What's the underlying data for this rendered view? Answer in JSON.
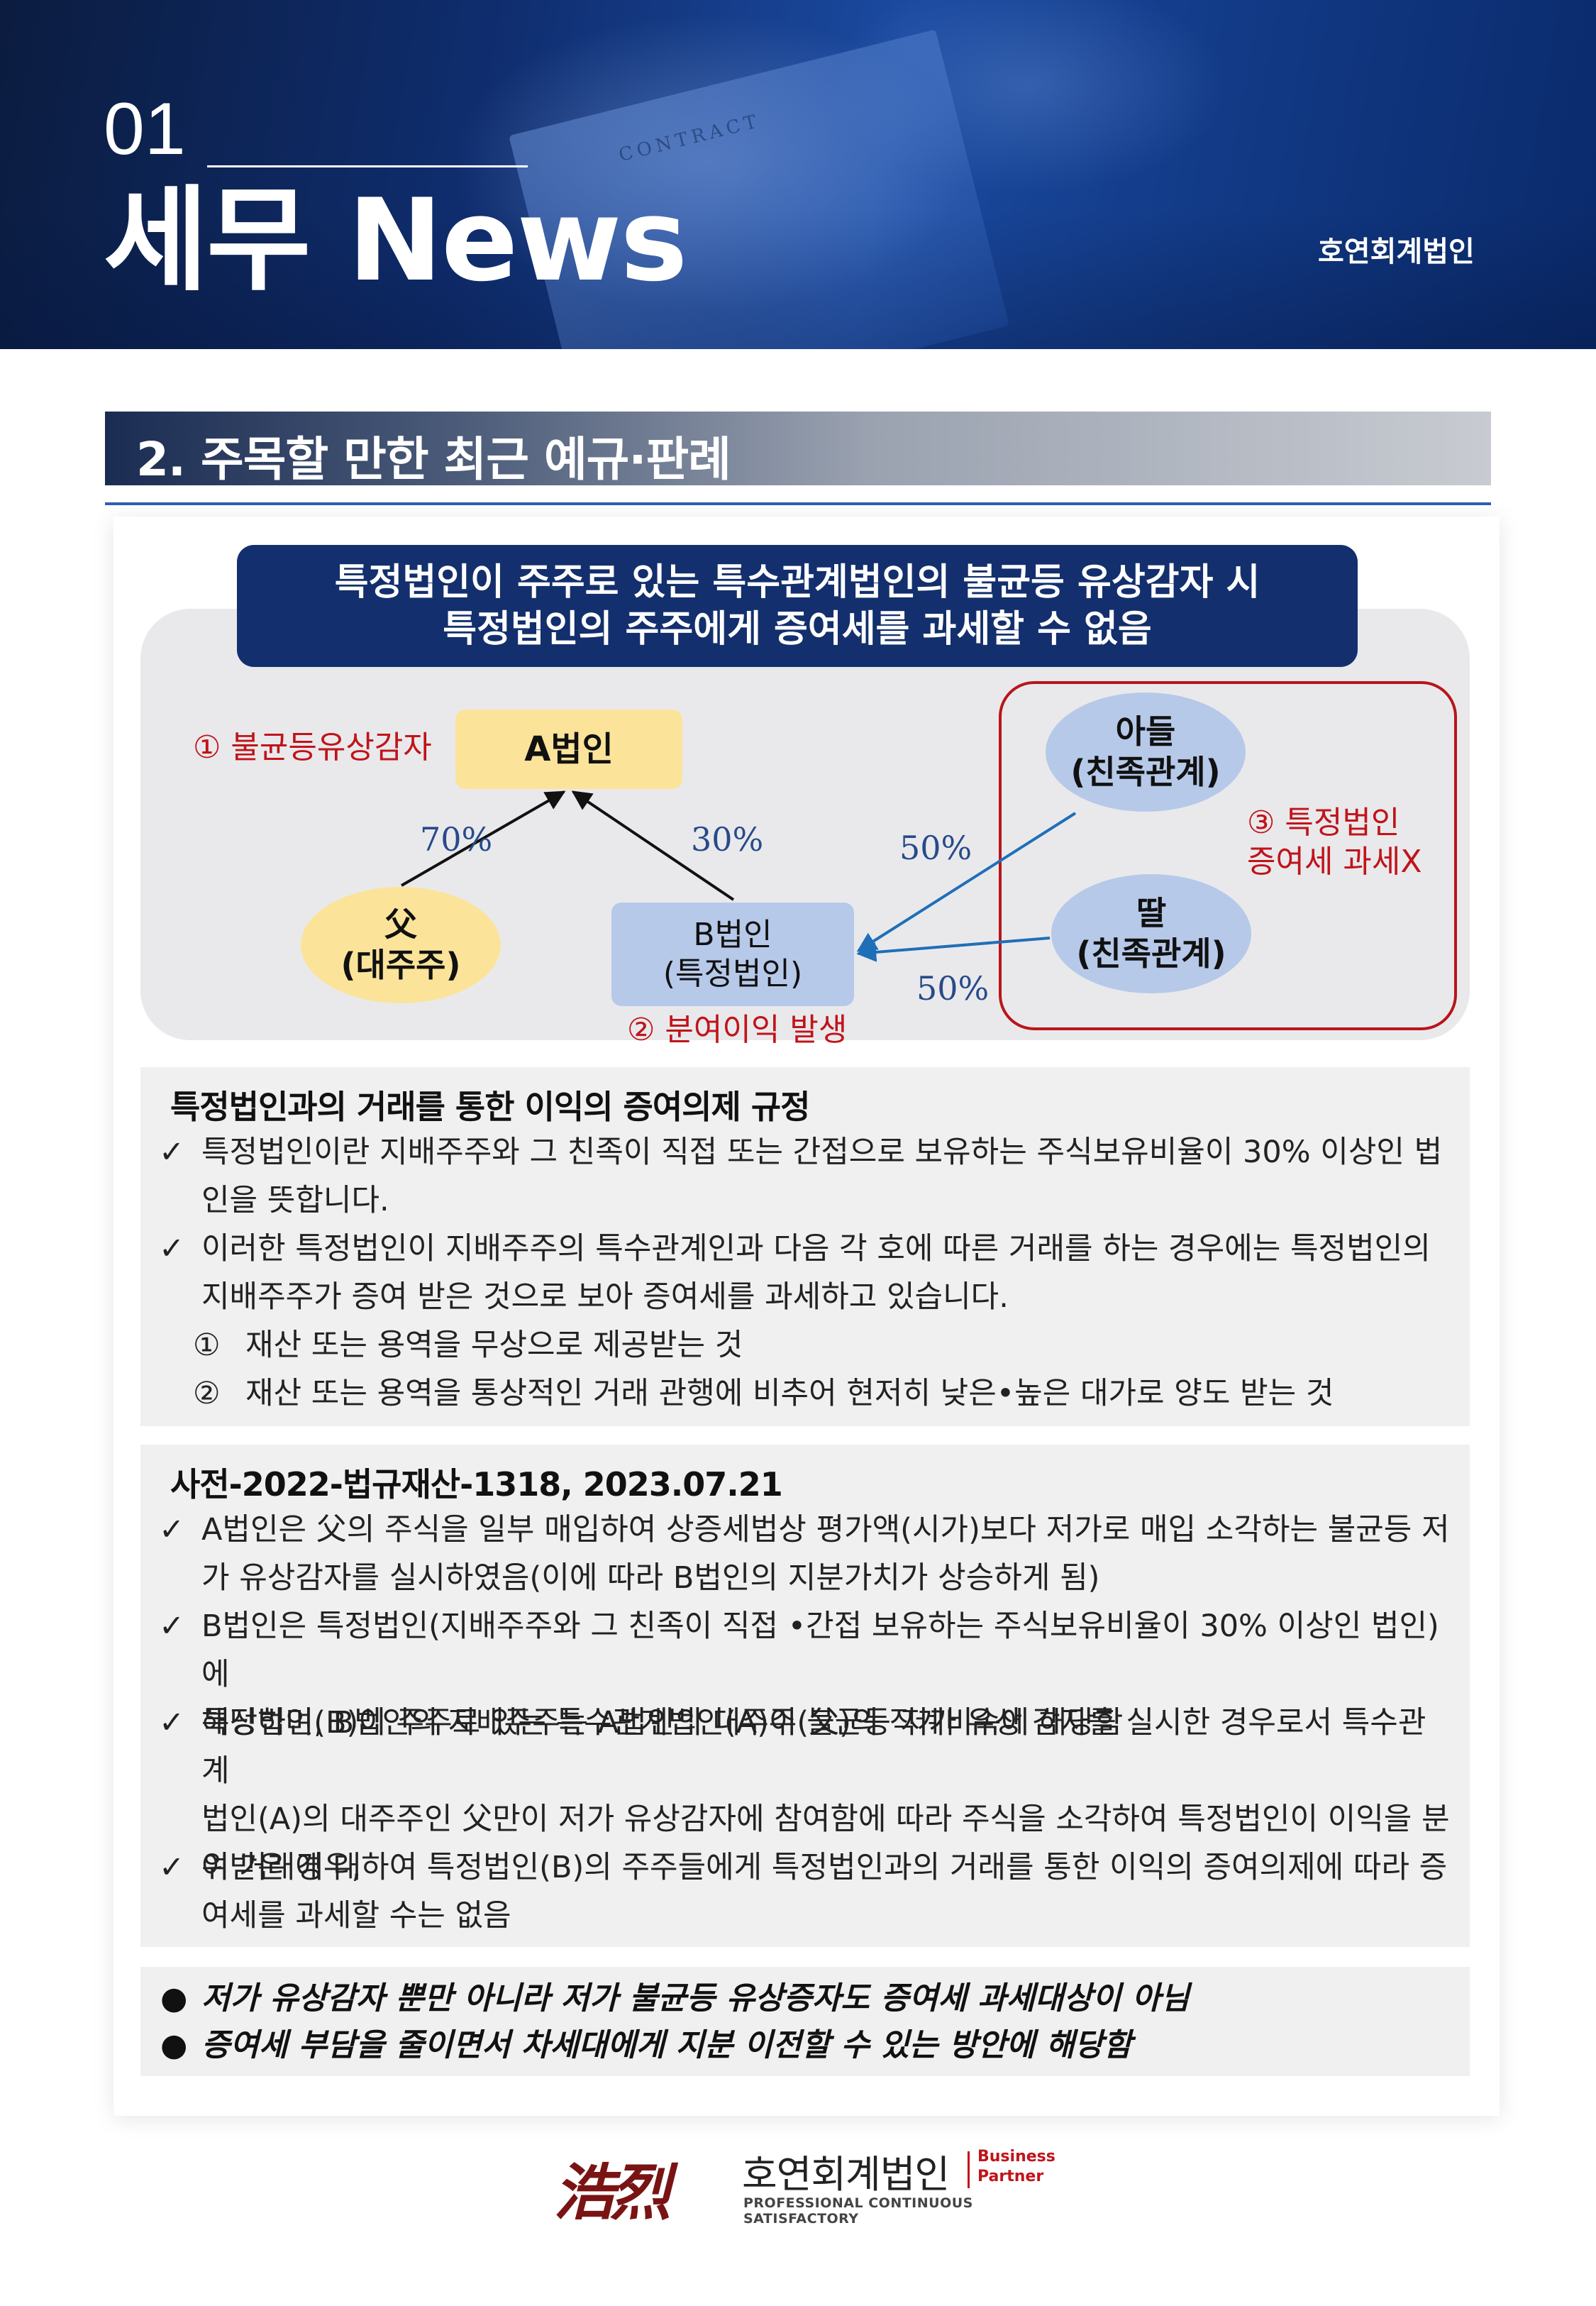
{
  "header": {
    "number": "01",
    "title": "세무 News",
    "firm": "호연회계법인",
    "background_text": "CONTRACT"
  },
  "section": {
    "heading": "2. 주목할 만한 최근 예규·판례"
  },
  "diagram": {
    "title_line1": "특정법인이 주주로 있는 특수관계법인의 불균등 유상감자 시",
    "title_line2": "특정법인의 주주에게 증여세를 과세할 수 없음",
    "node_a": "A법인",
    "node_father_line1": "父",
    "node_father_line2": "(대주주)",
    "node_b_line1": "B법인",
    "node_b_line2": "(특정법인)",
    "node_son_line1": "아들",
    "node_son_line2": "(친족관계)",
    "node_daughter_line1": "딸",
    "node_daughter_line2": "(친족관계)",
    "label1": "① 불균등유상감자",
    "label2": "② 분여이익 발생",
    "label3_line1": "③ 특정법인",
    "label3_line2": "증여세 과세X",
    "pct_father": "70%",
    "pct_b": "30%",
    "pct_son": "50%",
    "pct_daughter": "50%",
    "colors": {
      "navy": "#132f6d",
      "yellow": "#fbe49a",
      "blue": "#b7c9e9",
      "red": "#c0141a",
      "arrow_blue": "#1f6fb8"
    }
  },
  "panel1": {
    "title": "특정법인과의 거래를 통한 이익의 증여의제 규정",
    "check_mark": "✓",
    "items": [
      {
        "line1": "특정법인이란 지배주주와 그 친족이 직접 또는 간접으로 보유하는 주식보유비율이 30% 이상인 법",
        "line2": "인을 뜻합니다."
      },
      {
        "line1": "이러한 특정법인이 지배주주의 특수관계인과 다음 각 호에 따른 거래를 하는 경우에는 특정법인의",
        "line2": "지배주주가 증여 받은 것으로 보아 증여세를 과세하고 있습니다."
      }
    ],
    "numbered": [
      {
        "mark": "①",
        "text": "재산 또는 용역을 무상으로 제공받는 것"
      },
      {
        "mark": "②",
        "text": "재산 또는 용역을 통상적인 거래 관행에 비추어 현저히 낮은•높은 대가로 양도 받는 것"
      }
    ]
  },
  "panel2": {
    "title": "사전-2022-법규재산-1318, 2023.07.21",
    "check_mark": "✓",
    "items": [
      {
        "lines": [
          "A법인은 父의 주식을 일부 매입하여 상증세법상 평가액(시가)보다 저가로 매입 소각하는 불균등 저",
          "가 유상감자를 실시하였음(이에 따라 B법인의 지분가치가 상승하게 됨)"
        ]
      },
      {
        "lines": [
          "B법인은 특정법인(지배주주와 그 친족이 직접 •간접 보유하는 주식보유비율이 30% 이상인 법인)에",
          "해당하며, B법인의 지배주주는 A법인의 대주주(父)의 직계비속에 해당함"
        ]
      },
      {
        "lines": [
          "특정법인(B)이 주주로 있는 특수관계법인(A)이 불균등 저가 유상 감자를 실시한 경우로서 특수관계",
          "법인(A)의 대주주인 父만이 저가 유상감자에 참여함에 따라 주식을 소각하여 특정법인이 이익을 분",
          "여받은 경우,"
        ]
      },
      {
        "lines": [
          "위 거래에 대하여 특정법인(B)의 주주들에게 특정법인과의 거래를 통한 이익의 증여의제에 따라 증",
          "여세를 과세할 수는 없음"
        ]
      }
    ]
  },
  "panel3": {
    "bullet_mark": "●",
    "items": [
      "저가 유상감자 뿐만 아니라 저가 불균등 유상증자도 증여세 과세대상이 아님",
      "증여세 부담을 줄이면서 차세대에게 지분 이전할 수 있는 방안에 해당함"
    ]
  },
  "footer": {
    "seal": "浩烈",
    "name": "호연회계법인",
    "bp_line1": "Business",
    "bp_line2": "Partner",
    "tagline": "PROFESSIONAL CONTINUOUS SATISFACTORY"
  }
}
